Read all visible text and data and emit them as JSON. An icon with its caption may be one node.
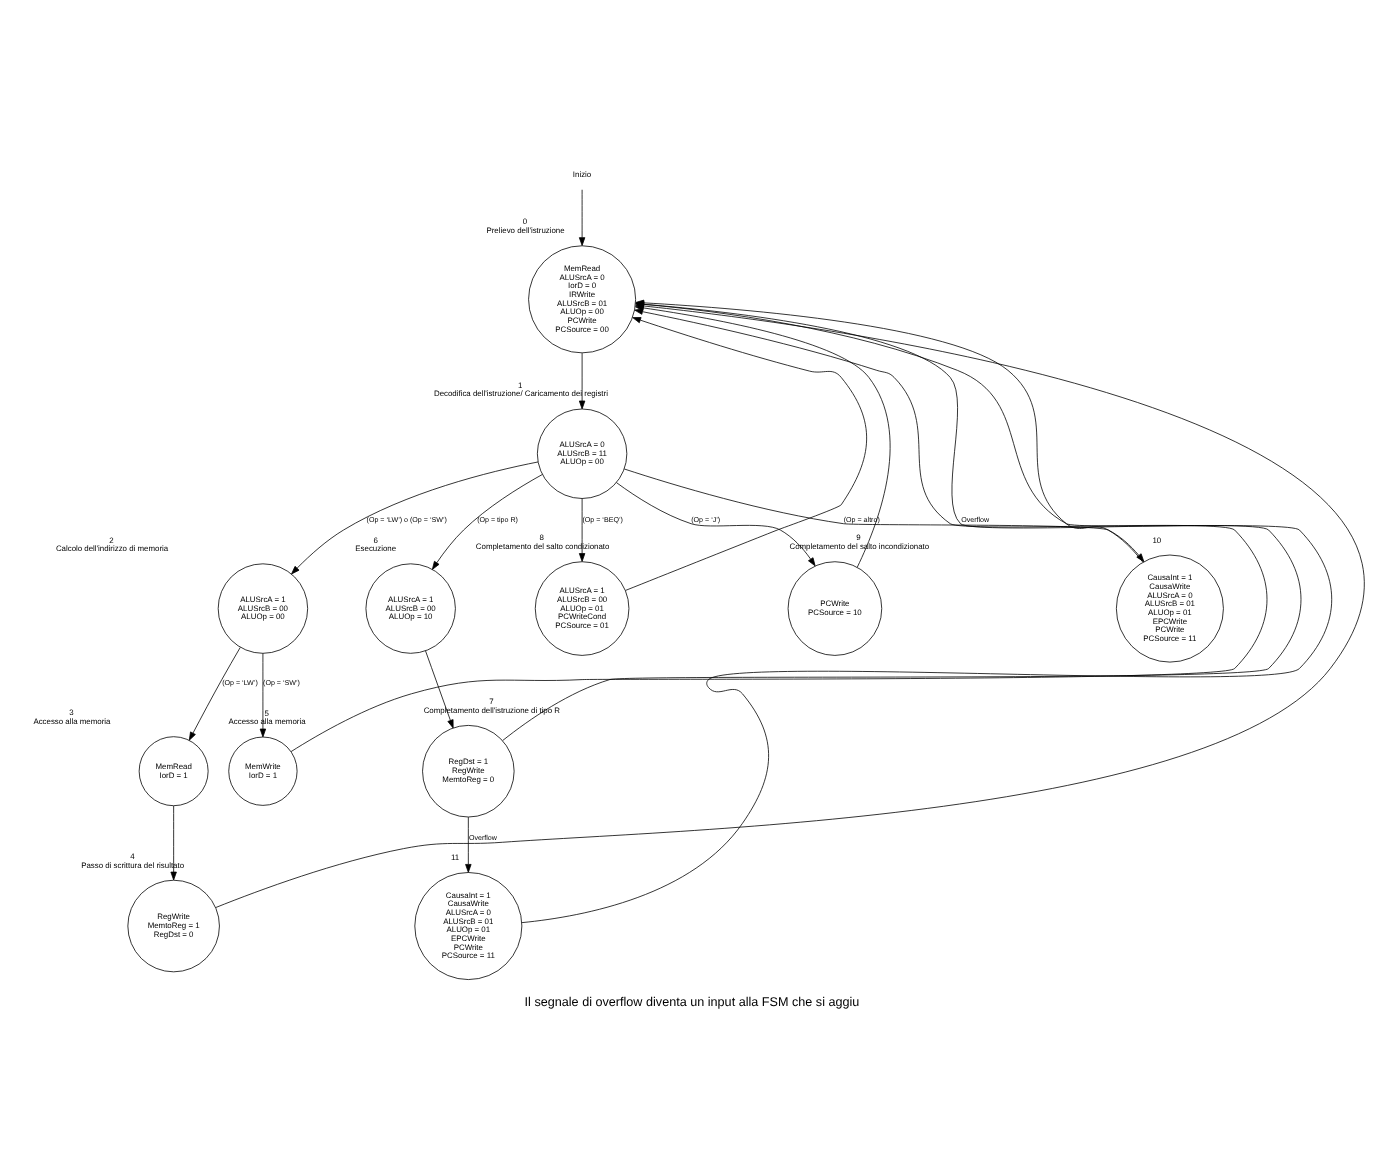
{
  "diagram": {
    "caption": "Il segnale di overflow diventa un input alla FSM che si aggiu",
    "nodes": [
      {
        "text": [
          "Inizio"
        ]
      },
      {
        "text": [
          "MemRead",
          "ALUSrcA = 0",
          "IorD = 0",
          "IRWrite",
          "ALUSrcB = 01",
          "ALUOp = 00",
          "PCWrite",
          "PCSource = 00"
        ],
        "beside": [
          "0",
          "Prelievo dell'istruzione"
        ]
      },
      {
        "text": [
          "ALUSrcA = 0",
          "ALUSrcB = 11",
          "ALUOp = 00"
        ],
        "beside": [
          "1",
          "Decodifica dell'istruzione/ Caricamento dei registri"
        ]
      },
      {
        "text": [
          "ALUSrcA = 1",
          "ALUSrcB = 00",
          "ALUOp = 00"
        ],
        "beside": [
          "2",
          "Calcolo dell'indirizzo di memoria"
        ]
      },
      {
        "text": [
          "ALUSrcA = 1",
          "ALUSrcB = 00",
          "ALUOp = 10"
        ],
        "beside": [
          "6",
          "Esecuzione"
        ]
      },
      {
        "text": [
          "ALUSrcA = 1",
          "ALUSrcB = 00",
          "ALUOp = 01",
          "PCWriteCond",
          "PCSource = 01"
        ],
        "beside": [
          "8",
          "Completamento del salto condizionato"
        ]
      },
      {
        "text": [
          "PCWrite",
          "PCSource = 10"
        ],
        "beside": [
          "9",
          "Completamento del salto incondizionato"
        ]
      },
      {
        "text": [
          "MemRead",
          "IorD = 1"
        ],
        "beside": [
          "3",
          "Accesso alla memoria"
        ]
      },
      {
        "text": [
          "MemWrite",
          "IorD = 1"
        ],
        "beside": [
          "5",
          "Accesso alla memoria"
        ]
      },
      {
        "text": [
          "RegDst = 1",
          "RegWrite",
          "MemtoReg = 0"
        ],
        "beside": [
          "7",
          "Completamento dell'istruzione di tipo R"
        ]
      },
      {
        "text": [
          "CausaInt = 1",
          "CausaWrite",
          "ALUSrcA = 0",
          "ALUSrcB = 01",
          "ALUOp = 01",
          "EPCWrite",
          "PCWrite",
          "PCSource = 11"
        ],
        "beside": [
          "11"
        ]
      },
      {
        "text": [
          "CausaInt = 1",
          "CausaWrite",
          "ALUSrcA = 0",
          "ALUSrcB = 01",
          "ALUOp = 01",
          "EPCWrite",
          "PCWrite",
          "PCSource = 11"
        ],
        "beside": [
          "10"
        ]
      },
      {
        "text": [
          "RegWrite",
          "MemtoReg = 1",
          "RegDst = 0"
        ],
        "beside": [
          "4",
          "Passo di scrittura del risultato"
        ]
      }
    ],
    "edges": [
      {
        "from": 0,
        "to": 1,
        "arrow": "to"
      },
      {
        "from": 1,
        "to": 2,
        "arrow": "to"
      },
      {
        "from": 2,
        "to": 3,
        "arrow": "to",
        "label": "(Op = ‘LW’) o (Op = ‘SW’)"
      },
      {
        "from": 2,
        "to": 4,
        "arrow": "to",
        "label": "(Op = tipo R)"
      },
      {
        "from": 2,
        "to": 5,
        "arrow": "to",
        "label": "(Op = ‘BEQ’)"
      },
      {
        "from": 2,
        "to": 6,
        "arrow": "to",
        "label": "(Op = ‘J’)"
      },
      {
        "from": 2,
        "to": 11,
        "arrow": "to",
        "label": "(Op = altro)"
      },
      {
        "from": 3,
        "to": 7,
        "arrow": "to",
        "label": "(Op = ‘LW’)"
      },
      {
        "from": 3,
        "to": 8,
        "arrow": "to",
        "label": "(Op = ‘SW’)"
      },
      {
        "from": 4,
        "to": 9,
        "arrow": "to"
      },
      {
        "from": 7,
        "to": 12,
        "arrow": "to"
      },
      {
        "from": 9,
        "to": 10,
        "arrow": "to",
        "label": "Overflow"
      },
      {
        "from": 12,
        "to": 1,
        "arrow": "to"
      },
      {
        "from": 8,
        "to": 1,
        "arrow": "to"
      },
      {
        "from": 9,
        "to": 1,
        "arrow": "to",
        "label": "Overflow"
      },
      {
        "from": 10,
        "to": 1,
        "arrow": "to"
      },
      {
        "from": 11,
        "to": 1,
        "arrow": "to"
      },
      {
        "from": 5,
        "to": 1,
        "arrow": "to"
      },
      {
        "from": 6,
        "to": 1,
        "arrow": "to"
      }
    ]
  }
}
